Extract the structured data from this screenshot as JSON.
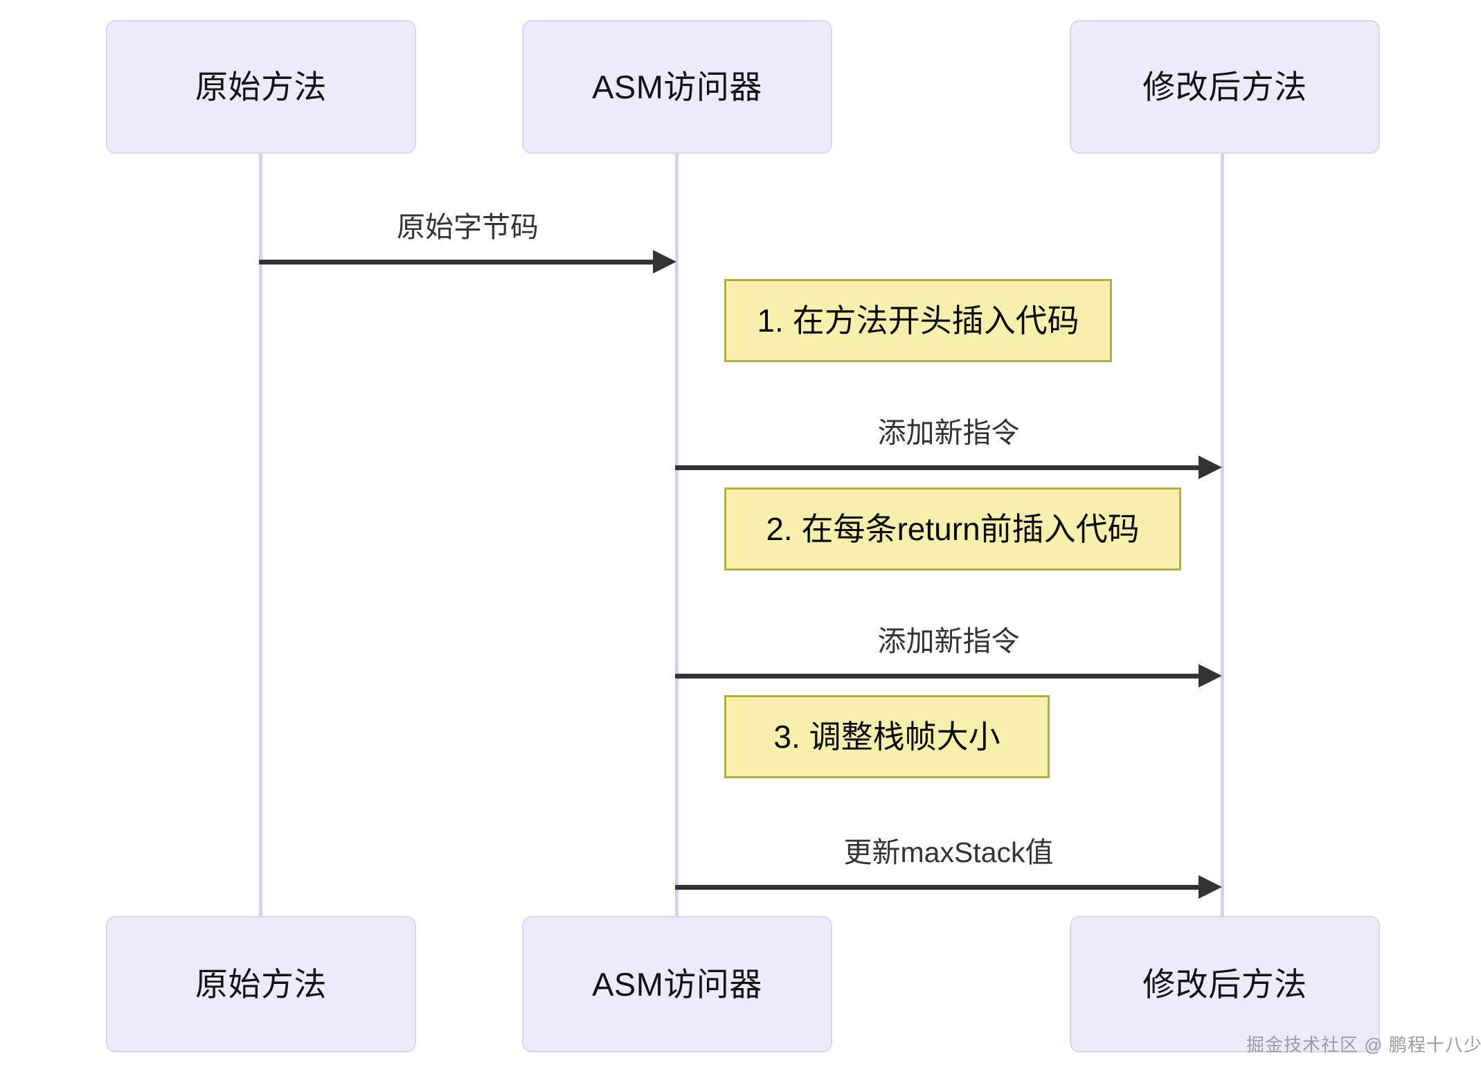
{
  "diagram": {
    "type": "sequence-diagram",
    "background": "#ffffff",
    "colors": {
      "participant_fill": "#ECEAFB",
      "participant_border": "#D8D4F2",
      "lifeline": "#D6D0F3",
      "arrow": "#333333",
      "note_fill": "#F7F0AD",
      "note_border": "#B2AD3C",
      "text": "#131313",
      "watermark": "#9a9aa6"
    },
    "participants": [
      {
        "id": "original",
        "label": "原始方法"
      },
      {
        "id": "asm",
        "label": "ASM访问器"
      },
      {
        "id": "modified",
        "label": "修改后方法"
      }
    ],
    "messages": [
      {
        "from": "original",
        "to": "asm",
        "label": "原始字节码"
      },
      {
        "from": "asm",
        "to": "modified",
        "label": "添加新指令"
      },
      {
        "from": "asm",
        "to": "modified",
        "label": "添加新指令"
      },
      {
        "from": "asm",
        "to": "modified",
        "label": "更新maxStack值"
      }
    ],
    "notes": [
      {
        "over": "asm",
        "label": "1. 在方法开头插入代码"
      },
      {
        "over": "asm",
        "label": "2. 在每条return前插入代码"
      },
      {
        "over": "asm",
        "label": "3. 调整栈帧大小"
      }
    ]
  },
  "watermark": {
    "text": "掘金技术社区 @ 鹏程十八少"
  }
}
